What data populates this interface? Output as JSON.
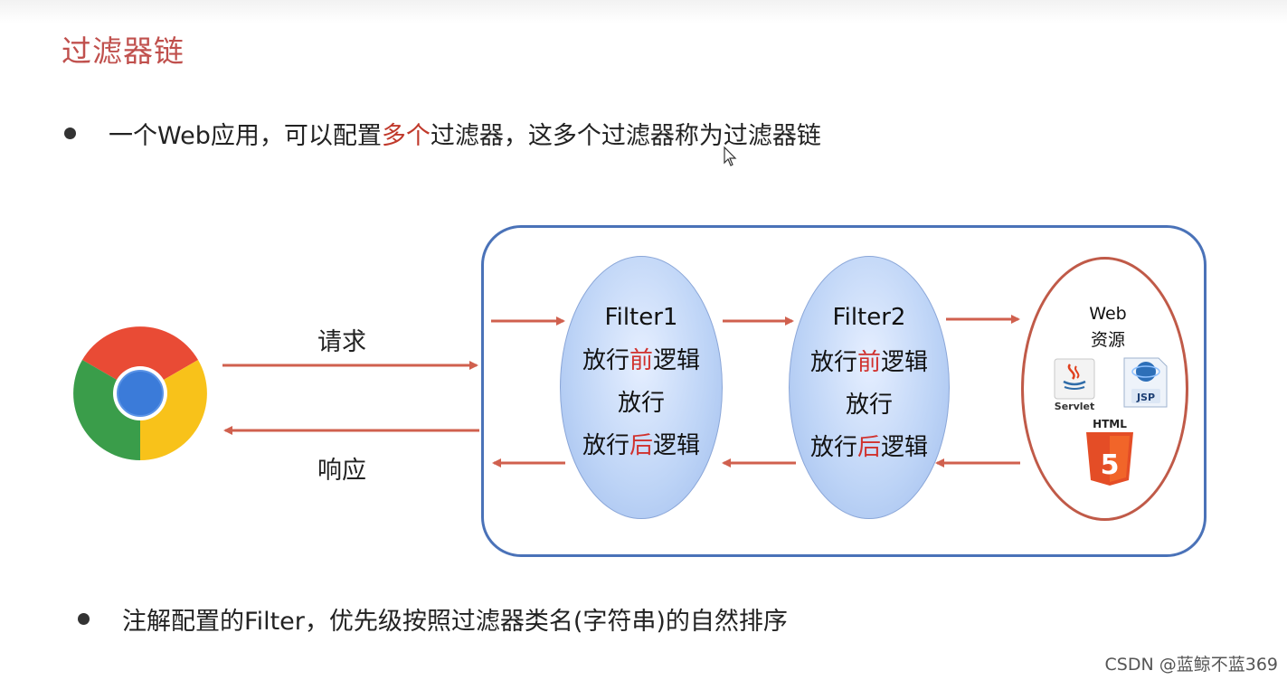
{
  "title": "过滤器链",
  "bullet1": {
    "part1": "一个Web应用，可以配置",
    "highlight": "多个",
    "part2": "过滤器，这多个过滤器称为过滤器链"
  },
  "bullet2": "注解配置的Filter，优先级按照过滤器类名(字符串)的自然排序",
  "request_label": "请求",
  "response_label": "响应",
  "filters": [
    {
      "name": "Filter1",
      "pre_a": "放行",
      "pre_b": "前",
      "pre_c": "逻辑",
      "pass": "放行",
      "post_a": "放行",
      "post_b": "后",
      "post_c": "逻辑"
    },
    {
      "name": "Filter2",
      "pre_a": "放行",
      "pre_b": "前",
      "pre_c": "逻辑",
      "pass": "放行",
      "post_a": "放行",
      "post_b": "后",
      "post_c": "逻辑"
    }
  ],
  "web_resource": {
    "line1": "Web",
    "line2": "资源",
    "servlet_label": "Servlet",
    "jsp_label": "JSP",
    "html_label": "HTML"
  },
  "icons": [
    "chrome-browser-icon",
    "mouse-cursor-icon",
    "servlet-java-icon",
    "jsp-icon",
    "html5-icon"
  ],
  "colors": {
    "title": "#c0504d",
    "highlight": "#c0392b",
    "arrow": "#d0604e",
    "container_border": "#4a72b8",
    "web_circle_border": "#c05a48"
  },
  "watermark": "CSDN @蓝鲸不蓝369"
}
